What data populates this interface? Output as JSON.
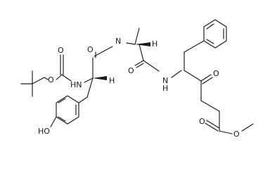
{
  "diagram": {
    "type": "chemical-structure",
    "atom_labels": {
      "o_carbonyl_boc": "O",
      "o_ether_boc": "O",
      "nh_boc": "HN",
      "o_carbonyl_tyr": "O",
      "nh_ala": "N",
      "h_ala": "H",
      "h_tyr": "H",
      "o_carbonyl_ala": "O",
      "nh_mid": "N",
      "h_mid": "H",
      "o_ketone": "O",
      "ho_phenol": "HO",
      "o_ester_carbonyl": "O",
      "o_ester_ether": "O"
    }
  }
}
